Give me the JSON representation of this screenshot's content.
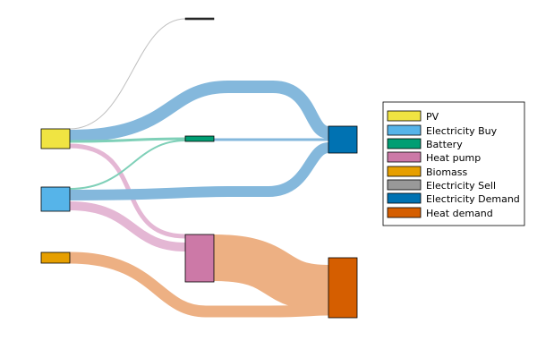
{
  "legend": {
    "position": "right",
    "items": [
      {
        "label": "PV",
        "color": "#f0e442"
      },
      {
        "label": "Electricity Buy",
        "color": "#56b4e9"
      },
      {
        "label": "Battery",
        "color": "#009e73"
      },
      {
        "label": "Heat pump",
        "color": "#cc79a7"
      },
      {
        "label": "Biomass",
        "color": "#e69f00"
      },
      {
        "label": "Electricity Sell",
        "color": "#999999"
      },
      {
        "label": "Electricity Demand",
        "color": "#0072b2"
      },
      {
        "label": "Heat demand",
        "color": "#d55e00"
      }
    ]
  },
  "nodes": [
    {
      "id": "pv",
      "label": "PV",
      "color": "#f0e442"
    },
    {
      "id": "buy",
      "label": "Electricity Buy",
      "color": "#56b4e9"
    },
    {
      "id": "bio",
      "label": "Biomass",
      "color": "#e69f00"
    },
    {
      "id": "sell",
      "label": "Electricity Sell",
      "color": "#333333"
    },
    {
      "id": "bat",
      "label": "Battery",
      "color": "#009e73"
    },
    {
      "id": "hp",
      "label": "Heat pump",
      "color": "#cc79a7"
    },
    {
      "id": "edem",
      "label": "Electricity Demand",
      "color": "#0072b2"
    },
    {
      "id": "hdem",
      "label": "Heat demand",
      "color": "#d55e00"
    }
  ],
  "flows": [
    {
      "source": "pv",
      "target": "sell",
      "color": "#bbbbbb"
    },
    {
      "source": "pv",
      "target": "edem",
      "color": "#84b8dc"
    },
    {
      "source": "pv",
      "target": "bat",
      "color": "#7fd0b8"
    },
    {
      "source": "pv",
      "target": "hp",
      "color": "#e4b7d4"
    },
    {
      "source": "buy",
      "target": "bat",
      "color": "#7fd0b8"
    },
    {
      "source": "buy",
      "target": "edem",
      "color": "#84b8dc"
    },
    {
      "source": "buy",
      "target": "hp",
      "color": "#e4b7d4"
    },
    {
      "source": "bat",
      "target": "edem",
      "color": "#84b8dc"
    },
    {
      "source": "hp",
      "target": "hdem",
      "color": "#edb083"
    },
    {
      "source": "bio",
      "target": "hdem",
      "color": "#edb083"
    }
  ]
}
